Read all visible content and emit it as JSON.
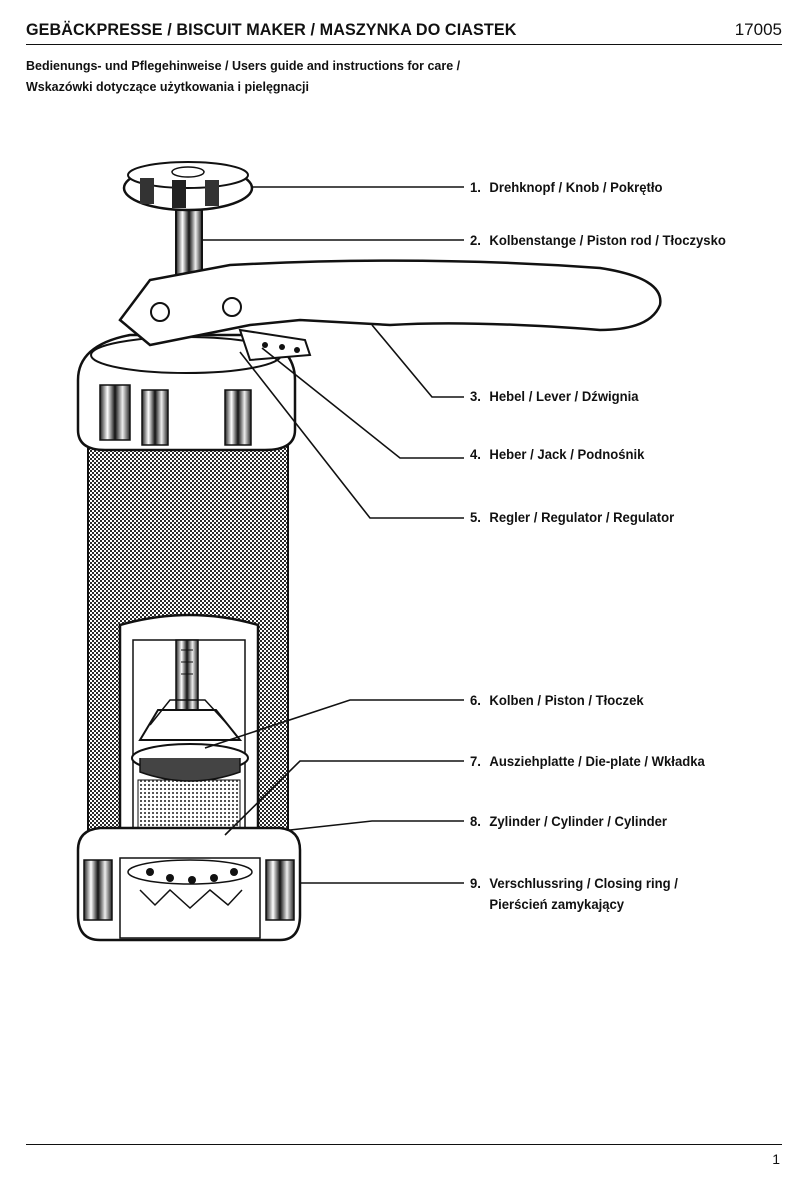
{
  "header": {
    "title": "GEBÄCKPRESSE / BISCUIT MAKER /  MASZYNKA DO CIASTEK",
    "doc_number": "17005",
    "subtitle_line1": "Bedienungs- und Pflegehinweise / Users guide and instructions for care /",
    "subtitle_line2": "Wskazówki dotyczące użytkowania i pielęgnacji"
  },
  "parts": [
    {
      "num": "1.",
      "label": "Drehknopf / Knob / Pokrętło"
    },
    {
      "num": "2.",
      "label": "Kolbenstange / Piston rod / Tłoczysko"
    },
    {
      "num": "3.",
      "label": "Hebel / Lever / Dźwignia"
    },
    {
      "num": "4.",
      "label": "Heber / Jack / Podnośnik"
    },
    {
      "num": "5.",
      "label": "Regler / Regulator / Regulator"
    },
    {
      "num": "6.",
      "label": "Kolben / Piston / Tłoczek"
    },
    {
      "num": "7.",
      "label": "Ausziehplatte / Die-plate / Wkładka"
    },
    {
      "num": "8.",
      "label": "Zylinder / Cylinder / Cylinder"
    },
    {
      "num": "9.",
      "label": "Verschlussring / Closing ring /",
      "label_cont": "Pierścień zamykający"
    }
  ],
  "footer": {
    "page_number": "1"
  }
}
